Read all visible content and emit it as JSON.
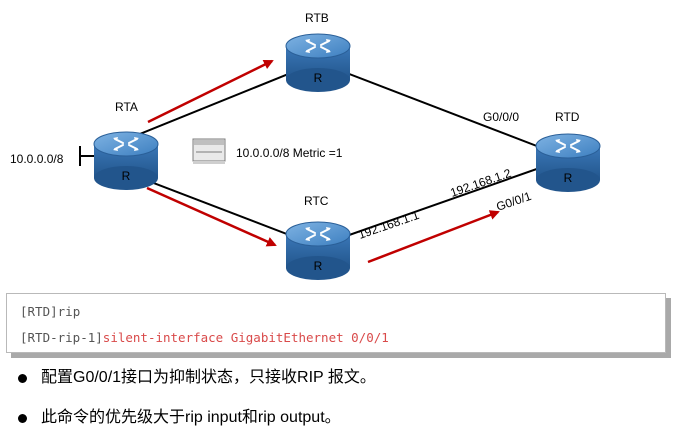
{
  "diagram": {
    "routers": {
      "rta": {
        "label": "RTA",
        "glyph": "R"
      },
      "rtb": {
        "label": "RTB",
        "glyph": "R"
      },
      "rtc": {
        "label": "RTC",
        "glyph": "R"
      },
      "rtd": {
        "label": "RTD",
        "glyph": "R"
      }
    },
    "network_label": "10.0.0.0/8",
    "update_message": "10.0.0.0/8 Metric =1",
    "rtd_upper_interface": "G0/0/0",
    "rtc_ip": "192.168.1.1",
    "rtd_ip": "192.168.1.2",
    "rtd_lower_interface": "G0/0/1",
    "icons": {
      "router": "router-icon",
      "message": "envelope-icon",
      "arrow": "arrow-icon"
    },
    "colors": {
      "router_body": "#2f6aa6",
      "router_top": "#4f91cf",
      "update_arrow": "#c00000",
      "link": "#000000"
    }
  },
  "code": {
    "prompt1": "[RTD]",
    "cmd1": "rip",
    "prompt2": "[RTD-rip-1]",
    "cmd2": "silent-interface GigabitEthernet 0/0/1",
    "colors": {
      "prompt": "#555555",
      "command_highlight": "#d94a4a"
    }
  },
  "bullets": [
    "配置G0/0/1接口为抑制状态，只接收RIP 报文。",
    "此命令的优先级大于rip input和rip output。"
  ]
}
